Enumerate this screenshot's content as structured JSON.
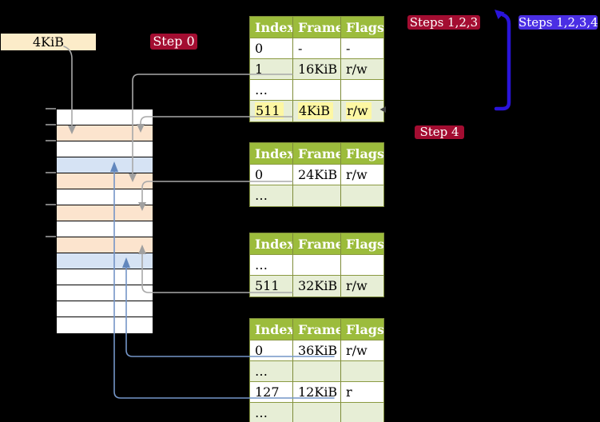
{
  "labels": {
    "page_size": "4KiB",
    "step0": "Step 0",
    "steps123": "Steps 1,2,3",
    "steps1234": "Steps 1,2,3,4",
    "step4": "Step 4"
  },
  "page_tables": [
    {
      "name": "page-table-step0",
      "columns": [
        "Index",
        "Frame",
        "Flags"
      ],
      "rows": [
        {
          "cells": [
            "0",
            "-",
            "-"
          ],
          "shade": "white"
        },
        {
          "cells": [
            "1",
            "16KiB",
            "r/w"
          ],
          "shade": "green"
        },
        {
          "cells": [
            "…",
            "",
            ""
          ],
          "shade": "white"
        },
        {
          "cells": [
            "511",
            "4KiB",
            "r/w"
          ],
          "shade": "green",
          "highlight": true
        }
      ]
    },
    {
      "name": "page-table-steps123-a",
      "columns": [
        "Index",
        "Frame",
        "Flags"
      ],
      "rows": [
        {
          "cells": [
            "0",
            "24KiB",
            "r/w"
          ],
          "shade": "white"
        },
        {
          "cells": [
            "…",
            "",
            ""
          ],
          "shade": "green"
        }
      ]
    },
    {
      "name": "page-table-steps123-b",
      "columns": [
        "Index",
        "Frame",
        "Flags"
      ],
      "rows": [
        {
          "cells": [
            "…",
            "",
            ""
          ],
          "shade": "white"
        },
        {
          "cells": [
            "511",
            "32KiB",
            "r/w"
          ],
          "shade": "green"
        }
      ]
    },
    {
      "name": "page-table-step4",
      "columns": [
        "Index",
        "Frame",
        "Flags"
      ],
      "rows": [
        {
          "cells": [
            "0",
            "36KiB",
            "r/w"
          ],
          "shade": "white"
        },
        {
          "cells": [
            "…",
            "",
            ""
          ],
          "shade": "green"
        },
        {
          "cells": [
            "127",
            "12KiB",
            "r"
          ],
          "shade": "white"
        },
        {
          "cells": [
            "…",
            "",
            ""
          ],
          "shade": "green"
        }
      ]
    }
  ],
  "memory": {
    "frame_colors": [
      "white",
      "orange",
      "white",
      "blue",
      "orange",
      "white",
      "orange",
      "white",
      "orange",
      "blue",
      "white",
      "white",
      "white",
      "white"
    ]
  },
  "colors": {
    "background": "#000000",
    "label_red": "#a30d31",
    "label_blue": "#4a2ee4",
    "label_wheat": "#fcecc9",
    "table_header_green": "#9cbc3c",
    "table_row_green": "#e7eed6",
    "table_border_olive": "#7e8c3a",
    "highlight_yellow": "#fdf7a3",
    "frame_white": "#ffffff",
    "frame_orange": "#fce4ce",
    "frame_blue": "#d6e3f4",
    "connector_gray": "#a8a8a8",
    "connector_blue": "#7495c7",
    "arrow_deep_blue": "#2a14da"
  }
}
